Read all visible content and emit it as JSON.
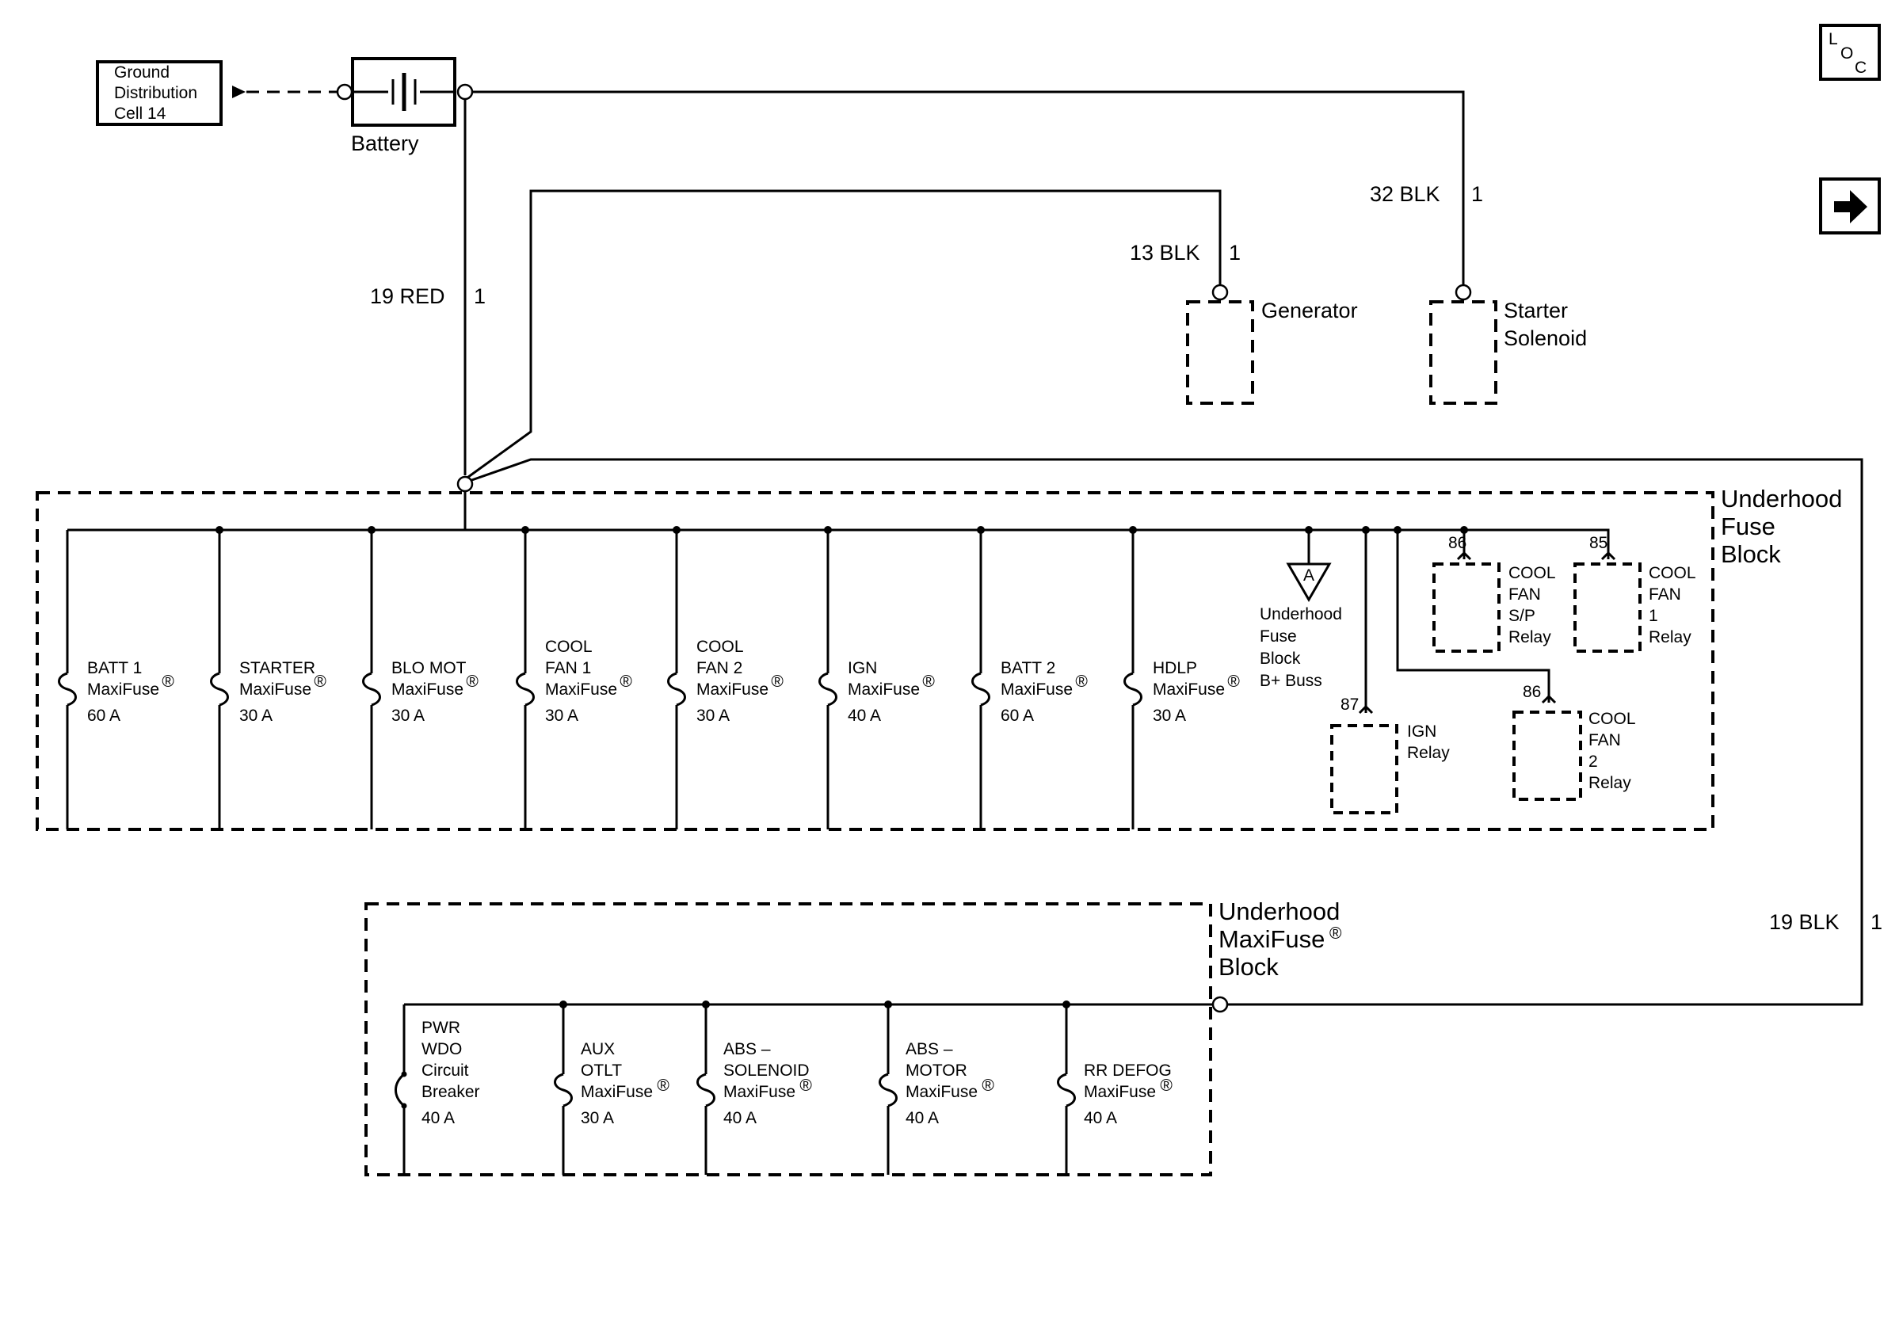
{
  "components": {
    "ground_dist": [
      "Ground",
      "Distribution",
      "Cell 14"
    ],
    "battery": "Battery",
    "generator": "Generator",
    "starter_solenoid": [
      "Starter",
      "Solenoid"
    ],
    "underhood_fuse_block": [
      "Underhood",
      "Fuse",
      "Block"
    ],
    "underhood_maxifuse_block": [
      "Underhood",
      "MaxiFuse",
      "Block"
    ],
    "buss": [
      "Underhood",
      "Fuse",
      "Block",
      "B+ Buss"
    ],
    "buss_symbol": "A",
    "registered": "®"
  },
  "wires": {
    "red19": {
      "label": "19 RED",
      "pin": "1"
    },
    "blk13": {
      "label": "13 BLK",
      "pin": "1"
    },
    "blk32": {
      "label": "32 BLK",
      "pin": "1"
    },
    "blk19": {
      "label": "19 BLK",
      "pin": "1"
    }
  },
  "fuse_block_fuses": [
    {
      "lines": [
        "BATT 1",
        "MaxiFuse"
      ],
      "rating": "60 A"
    },
    {
      "lines": [
        "STARTER",
        "MaxiFuse"
      ],
      "rating": "30 A"
    },
    {
      "lines": [
        "BLO MOT",
        "MaxiFuse"
      ],
      "rating": "30 A"
    },
    {
      "lines": [
        "COOL",
        "FAN 1",
        "MaxiFuse"
      ],
      "rating": "30 A"
    },
    {
      "lines": [
        "COOL",
        "FAN 2",
        "MaxiFuse"
      ],
      "rating": "30 A"
    },
    {
      "lines": [
        "IGN",
        "MaxiFuse"
      ],
      "rating": "40 A"
    },
    {
      "lines": [
        "BATT 2",
        "MaxiFuse"
      ],
      "rating": "60 A"
    },
    {
      "lines": [
        "HDLP",
        "MaxiFuse"
      ],
      "rating": "30 A"
    }
  ],
  "relays": [
    {
      "pin": "86",
      "lines": [
        "COOL",
        "FAN",
        "S/P",
        "Relay"
      ]
    },
    {
      "pin": "85",
      "lines": [
        "COOL",
        "FAN",
        "1",
        "Relay"
      ]
    },
    {
      "pin": "87",
      "lines": [
        "IGN",
        "Relay"
      ]
    },
    {
      "pin": "86",
      "lines": [
        "COOL",
        "FAN",
        "2",
        "Relay"
      ]
    }
  ],
  "maxifuse_block_fuses": [
    {
      "lines": [
        "PWR",
        "WDO",
        "Circuit",
        "Breaker"
      ],
      "rating": "40 A"
    },
    {
      "lines": [
        "AUX",
        "OTLT",
        "MaxiFuse"
      ],
      "rating": "30 A"
    },
    {
      "lines": [
        "ABS –",
        "SOLENOID",
        "MaxiFuse"
      ],
      "rating": "40 A"
    },
    {
      "lines": [
        "ABS –",
        "MOTOR",
        "MaxiFuse"
      ],
      "rating": "40 A"
    },
    {
      "lines": [
        "RR DEFOG",
        "MaxiFuse"
      ],
      "rating": "40 A"
    }
  ],
  "nav": {
    "loc_icon": "L O C",
    "next_icon": "right-arrow-icon"
  }
}
